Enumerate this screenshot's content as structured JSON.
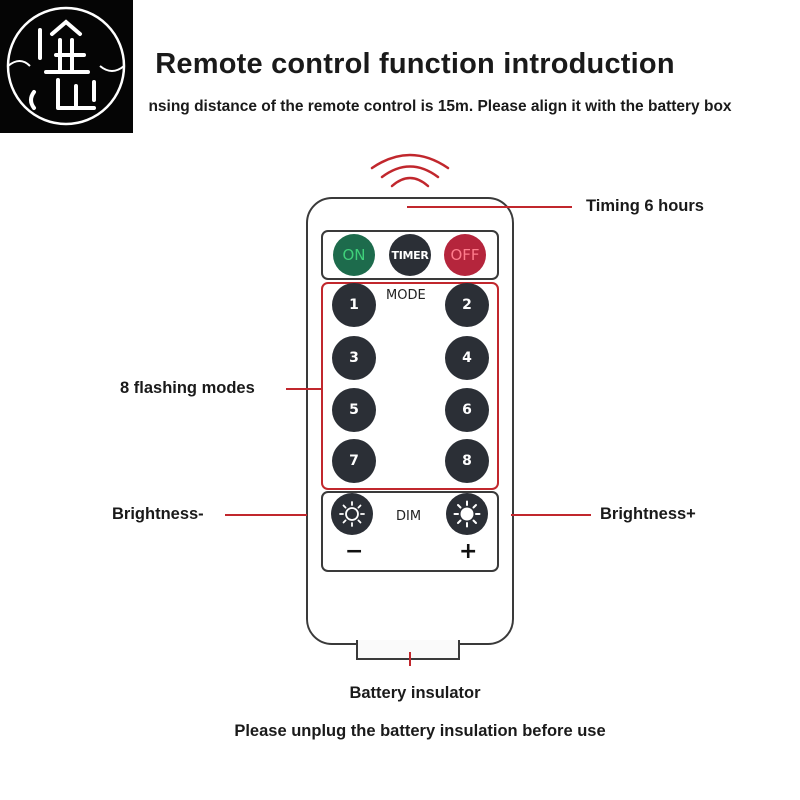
{
  "header": {
    "title": "Remote control function introduction",
    "subtitle": "nsing distance of the remote control is 15m. Please align it with the battery box"
  },
  "callouts": {
    "timing": "Timing 6 hours",
    "modes": "8 flashing modes",
    "brightness_minus": "Brightness-",
    "brightness_plus": "Brightness+",
    "battery_insulator": "Battery insulator"
  },
  "footer": {
    "note": "Please unplug the battery insulation before use"
  },
  "remote": {
    "top_buttons": {
      "on": "ON",
      "timer": "TIMER",
      "off": "OFF"
    },
    "mode_label": "MODE",
    "modes": [
      "1",
      "2",
      "3",
      "4",
      "5",
      "6",
      "7",
      "8"
    ],
    "dim_label": "DIM",
    "minus": "−",
    "plus": "+"
  },
  "colors": {
    "accent_line": "#c1272d",
    "on_button": "#1d6b4c",
    "off_button": "#b5253c",
    "button_dark": "#2b2f36",
    "mode_panel_border": "#c1272d"
  },
  "icons": {
    "logo": "seal-logo-icon",
    "signal": "wireless-signal-icon",
    "dim_down": "sun-outline-icon",
    "dim_up": "sun-filled-icon"
  }
}
